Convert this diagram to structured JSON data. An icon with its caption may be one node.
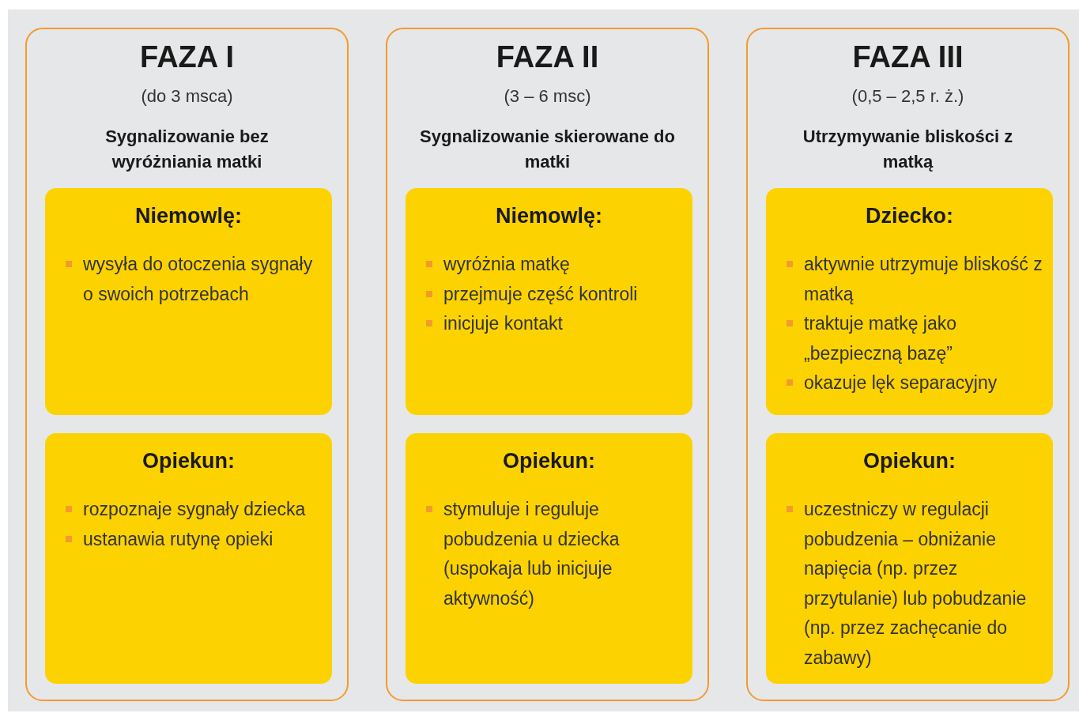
{
  "diagram": {
    "nodes": [
      {
        "text": [
          "FAZA I",
          "(do 3 msca)",
          "Sygnalizowanie bez wyróżniania matki"
        ]
      },
      {
        "text": [
          "Niemowlę:",
          "wysyła do otoczenia sygnały o swoich potrzebach"
        ],
        "in": 0
      },
      {
        "text": [
          "Opiekun:",
          "rozpoznaje sygnały dziecka",
          "ustanawia rutynę opieki"
        ],
        "in": 0
      },
      {
        "text": [
          "FAZA II",
          "(3 – 6 msc)",
          "Sygnalizowanie skierowane do matki"
        ]
      },
      {
        "text": [
          "Niemowlę:",
          "wyróżnia matkę",
          "przejmuje część kontroli",
          "inicjuje kontakt"
        ],
        "in": 3
      },
      {
        "text": [
          "Opiekun:",
          "stymuluje i reguluje pobudzenia u dziecka (uspokaja lub inicjuje aktywność)"
        ],
        "in": 3
      },
      {
        "text": [
          "FAZA III",
          "(0,5 – 2,5 r. ż.)",
          "Utrzymywanie bliskości z matką"
        ]
      },
      {
        "text": [
          "Dziecko:",
          "aktywnie utrzymuje bliskość z matką",
          "traktuje matkę jako „bezpieczną bazę”",
          "okazuje lęk separacyjny"
        ],
        "in": 6
      },
      {
        "text": [
          "Opiekun:",
          "uczestniczy w regulacji pobudzenia – obniżanie napięcia (np. przez przytulanie) lub pobudzanie (np. przez zachęcanie do zabawy)"
        ],
        "in": 6
      }
    ]
  }
}
